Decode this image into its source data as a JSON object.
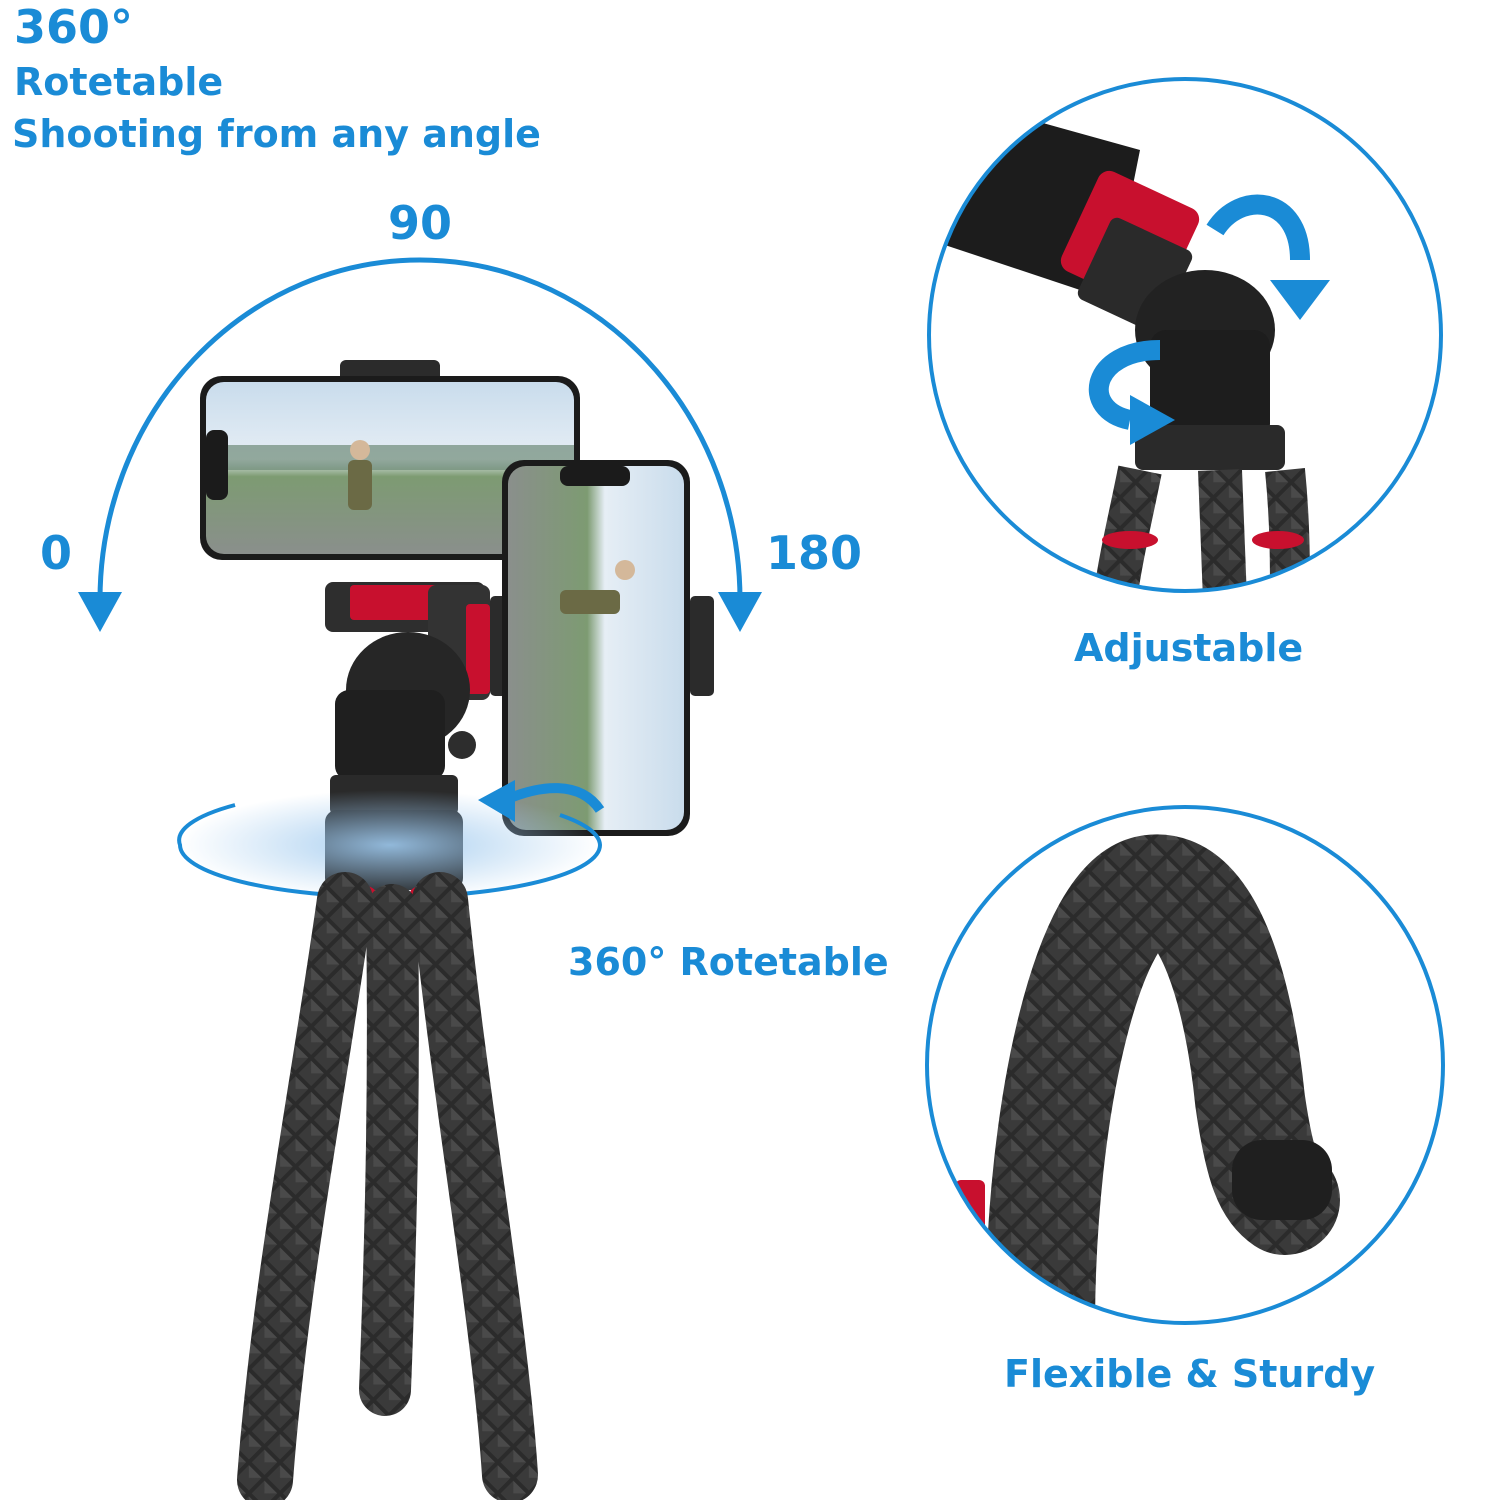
{
  "headline": {
    "line1": "360°",
    "line2": "Rotetable",
    "line3": "Shooting from any angle"
  },
  "angles": {
    "a0": "0",
    "a90": "90",
    "a180": "180"
  },
  "captions": {
    "adjustable": "Adjustable",
    "rotate": "360° Rotetable",
    "flexible": "Flexible & Sturdy"
  },
  "colors": {
    "accent_blue": "#1a8bd6",
    "tripod_black": "#2a2a2a",
    "clamp_red": "#c8102e"
  },
  "icons": [
    "rotation-arc-arrow-icon",
    "rotation-ring-arrow-icon",
    "curved-arrow-icon"
  ]
}
